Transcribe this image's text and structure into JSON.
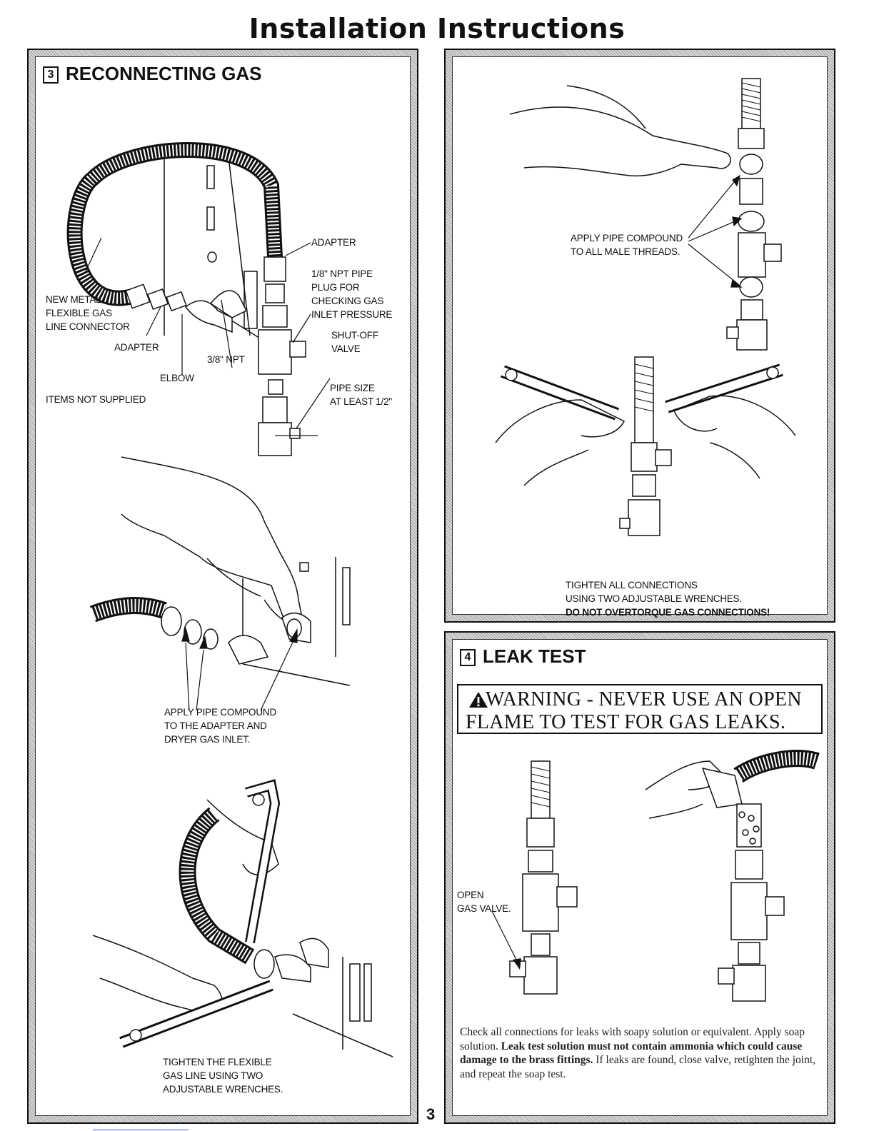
{
  "page": {
    "title": "Installation Instructions",
    "page_number": "3"
  },
  "section3": {
    "number": "3",
    "title": "RECONNECTING GAS",
    "diagram1": {
      "labels": {
        "new_metal": [
          "NEW METAL",
          "FLEXIBLE  GAS",
          "LINE CONNECTOR"
        ],
        "adapter_left": "ADAPTER",
        "elbow": "ELBOW",
        "npt": "3/8\" NPT",
        "items_not_supplied": "ITEMS NOT SUPPLIED",
        "adapter_top": "ADAPTER",
        "pipe_plug": [
          "1/8\" NPT PIPE",
          "PLUG FOR",
          "CHECKING GAS",
          "INLET PRESSURE"
        ],
        "shutoff": [
          "SHUT-OFF",
          "VALVE"
        ],
        "pipe_size": [
          "PIPE SIZE",
          "AT LEAST 1/2\""
        ]
      }
    },
    "diagram2": {
      "caption": [
        "APPLY PIPE COMPOUND",
        "TO THE ADAPTER AND",
        "DRYER GAS INLET."
      ]
    },
    "diagram3": {
      "caption": [
        "TIGHTEN THE FLEXIBLE",
        "GAS LINE USING TWO",
        "ADJUSTABLE WRENCHES."
      ]
    }
  },
  "right_top": {
    "compound_caption": [
      "APPLY PIPE COMPOUND",
      "TO ALL MALE THREADS."
    ],
    "tighten_caption": [
      "TIGHTEN ALL CONNECTIONS",
      "USING TWO ADJUSTABLE WRENCHES."
    ],
    "warning_caption": "DO NOT OVERTORQUE GAS CONNECTIONS!"
  },
  "section4": {
    "number": "4",
    "title": "LEAK TEST",
    "warning_line1": "WARNING - NEVER USE AN OPEN",
    "warning_line2": "FLAME TO TEST FOR GAS LEAKS.",
    "open_valve_label": [
      "OPEN",
      "GAS VALVE."
    ],
    "body": {
      "part1": "Check all connections for leaks with soapy solution or equivalent. Apply soap solution. ",
      "bold": "Leak test solution must not contain ammonia which could cause damage to the brass fittings.",
      "part2": " If leaks are found, close valve, retighten the joint, and repeat the soap test."
    }
  },
  "colors": {
    "hatch": "#bdbdbd",
    "ink": "#111111",
    "link_blue": "#3a5bd9"
  }
}
